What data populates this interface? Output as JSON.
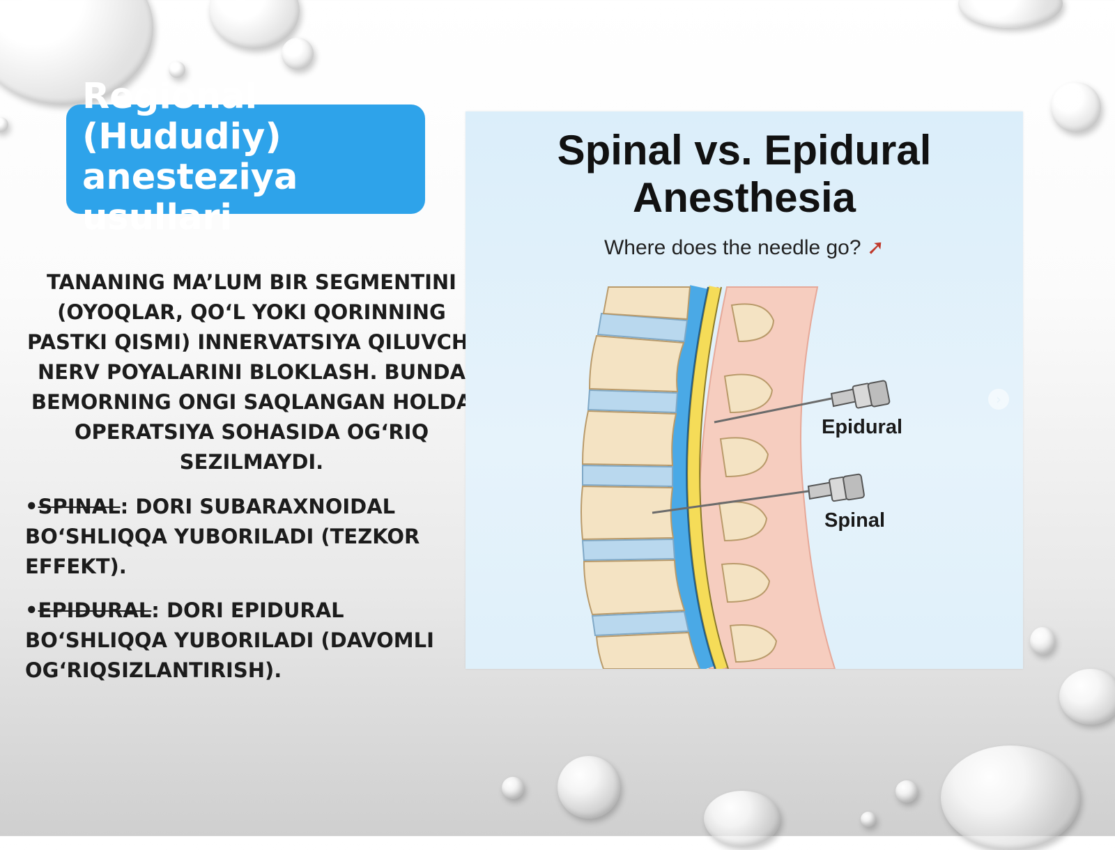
{
  "title": {
    "text": "Regional\n(Hududiy)\nanesteziya\nusullari",
    "box_color": "#2ea3ea"
  },
  "body": {
    "intro": "Tananing ma’lum bir segmentini (oyoqlar, qo‘l yoki qorinning pastki qismi) innervatsiya qiluvchi nerv poyalarini bloklash. Bunda bemorning ongi saqlangan holda operatsiya sohasida og‘riq sezilmaydi.",
    "bullets": [
      {
        "marker": "•",
        "term": "Spinal",
        "text": ": Dori subaraxnoidal bo‘shliqqa yuboriladi (tezkor effekt)."
      },
      {
        "marker": "•",
        "term": "Epidural",
        "text": ": Dori epidural bo‘shliqqa yuboriladi (davomli og‘riqsizlantirish)."
      }
    ]
  },
  "figure": {
    "title": "Spinal vs. Epidural Anesthesia",
    "subtitle": "Where does the needle go?",
    "subtitle_icon": "syringe-icon",
    "labels": {
      "epidural": "Epidural",
      "spinal": "Spinal"
    },
    "nav_icon": "chevron-right-icon",
    "colors": {
      "csf": "#4aa9e6",
      "epidural_space": "#f5dc58",
      "vertebra": "#f4e3c3",
      "disc": "#b9d8ee",
      "soft_tissue": "#f6cdbf"
    }
  }
}
